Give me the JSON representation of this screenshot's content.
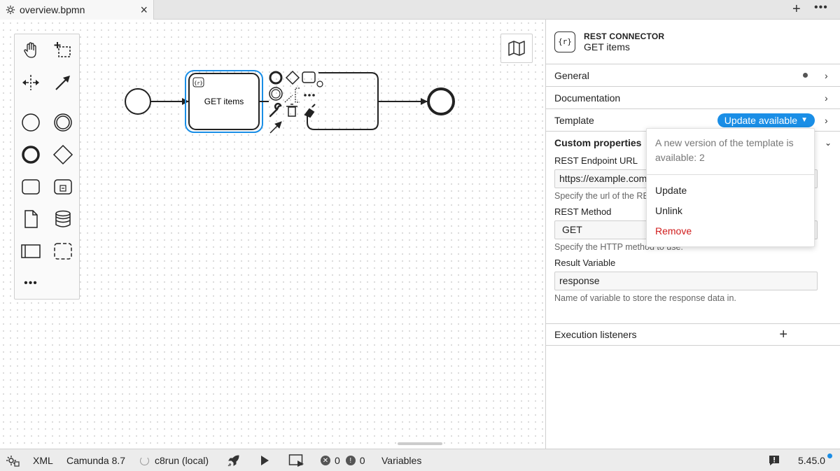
{
  "tab": {
    "title": "overview.bpmn",
    "close_label": "×"
  },
  "tabbar": {
    "new_tab_label": "+",
    "more_label": "•••"
  },
  "canvas": {
    "palette_more_label": "•••",
    "task_label": "GET items",
    "task_template_badge": "{r}"
  },
  "panel": {
    "header_icon": "{r}",
    "element_type": "REST CONNECTOR",
    "element_name": "GET items",
    "groups": {
      "general": "General",
      "documentation": "Documentation",
      "template": "Template",
      "template_badge": "Update available",
      "custom_properties": "Custom properties",
      "execution_listeners": "Execution listeners",
      "add_label": "+"
    },
    "fields": {
      "rest_url_label": "REST Endpoint URL",
      "rest_url_value": "https://example.com",
      "rest_url_desc": "Specify the url of the REST API.",
      "rest_method_label": "REST Method",
      "rest_method_value": "GET",
      "rest_method_desc": "Specify the HTTP method to use.",
      "result_var_label": "Result Variable",
      "result_var_value": "response",
      "result_var_desc": "Name of variable to store the response data in."
    }
  },
  "popup": {
    "message": "A new version of the template is available: 2",
    "items": {
      "update": "Update",
      "unlink": "Unlink",
      "remove": "Remove"
    }
  },
  "statusbar": {
    "xml": "XML",
    "engine": "Camunda 8.7",
    "runtime": "c8run (local)",
    "errors": "0",
    "warnings": "0",
    "variables": "Variables",
    "version": "5.45.0"
  },
  "colors": {
    "accent": "#1a8ee6",
    "danger": "#d01c1c",
    "selection": "#1a8ee6"
  }
}
